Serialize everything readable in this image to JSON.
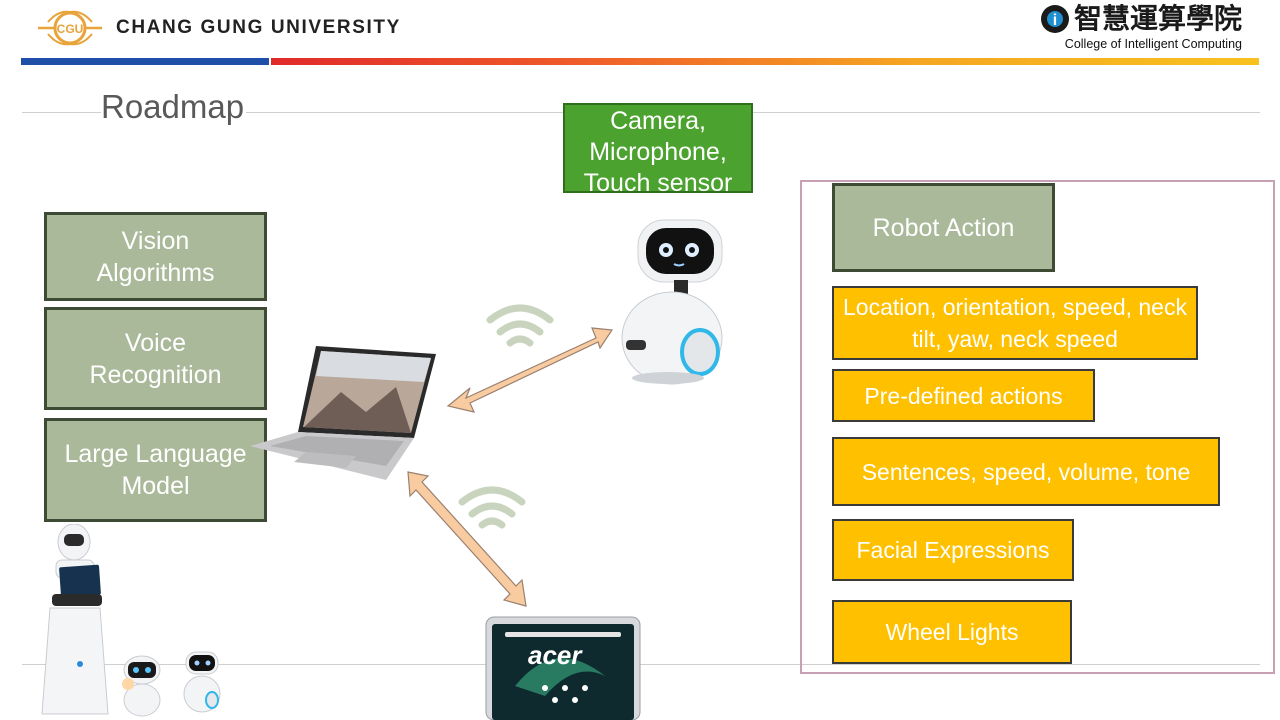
{
  "header": {
    "university": "CHANG GUNG UNIVERSITY",
    "college_cn": "智慧運算學院",
    "college_en": "College of Intelligent Computing"
  },
  "slide": {
    "title": "Roadmap"
  },
  "sensors": {
    "label": "Camera, Microphone, Touch sensor"
  },
  "modules": [
    {
      "label": "Vision Algorithms"
    },
    {
      "label": "Voice Recognition"
    },
    {
      "label": "Large Language Model"
    }
  ],
  "robot_action": {
    "title": "Robot Action",
    "items": [
      "Location, orientation, speed, neck tilt, yaw, neck speed",
      "Pre-defined actions",
      "Sentences, speed, volume, tone",
      "Facial Expressions",
      "Wheel Lights"
    ]
  },
  "tablet": {
    "brand": "acer"
  },
  "colors": {
    "green_box": "#a9b99a",
    "sensor_green": "#4ba22f",
    "yellow_box": "#ffc000",
    "arrow": "#f8cba0",
    "wifi": "#c9d4bf",
    "panel_border": "#c8a0b4"
  },
  "icons": {
    "logo": "cgu-logo-icon",
    "college_logo": "college-logo-icon",
    "laptop": "laptop-icon",
    "robot": "zenbo-robot-icon",
    "tablet": "tablet-icon",
    "wifi": "wifi-icon"
  }
}
